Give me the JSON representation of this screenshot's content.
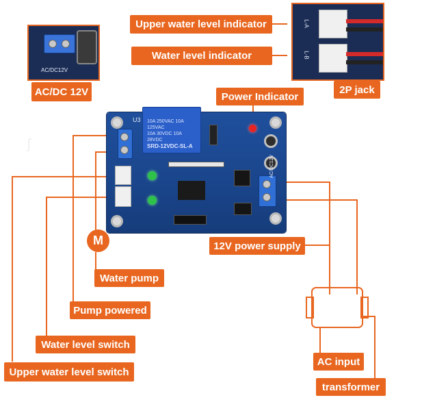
{
  "labels": {
    "upper_water_level_indicator": "Upper water level indicator",
    "water_level_indicator": "Water level indicator",
    "ac_dc_12v": "AC/DC 12V",
    "jack_2p": "2P jack",
    "power_indicator": "Power Indicator",
    "supply_12v": "12V power supply",
    "water_pump": "Water pump",
    "pump_powered": "Pump powered",
    "water_level_switch": "Water level switch",
    "upper_water_level_switch": "Upper water level switch",
    "ac_input": "AC input",
    "transformer": "transformer",
    "motor_symbol": "M"
  },
  "board": {
    "relay_text": [
      "10A 250VAC  10A 125VAC",
      "10A 30VDC  10A 28VDC",
      "SRD-12VDC-SL-A"
    ],
    "silk_u3": "U3",
    "silk_acdc": "AC/DC12V"
  },
  "inset": {
    "terminal_text": "AC/DC12V",
    "jack_marks": [
      "L-A",
      "L-B"
    ]
  },
  "colors": {
    "accent": "#e8661f",
    "pcb": "#1f4f9c",
    "wire": "#e8661f"
  }
}
